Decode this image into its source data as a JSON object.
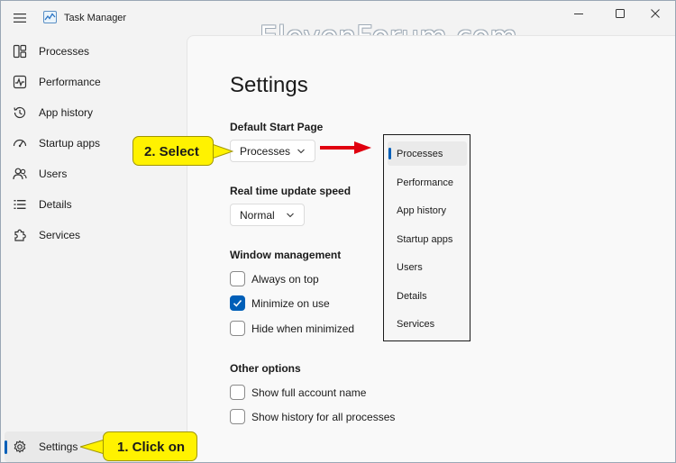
{
  "window": {
    "title": "Task Manager",
    "watermark": "ElevenForum.com"
  },
  "sidebar": {
    "items": [
      {
        "label": "Processes",
        "icon": "processes-grid-icon"
      },
      {
        "label": "Performance",
        "icon": "performance-pulse-icon"
      },
      {
        "label": "App history",
        "icon": "history-clock-icon"
      },
      {
        "label": "Startup apps",
        "icon": "speedometer-icon"
      },
      {
        "label": "Users",
        "icon": "users-icon"
      },
      {
        "label": "Details",
        "icon": "list-icon"
      },
      {
        "label": "Services",
        "icon": "puzzle-icon"
      }
    ],
    "settings_label": "Settings"
  },
  "settings": {
    "title": "Settings",
    "default_start_page": {
      "label": "Default Start Page",
      "value": "Processes",
      "options": [
        "Processes",
        "Performance",
        "App history",
        "Startup apps",
        "Users",
        "Details",
        "Services"
      ]
    },
    "update_speed": {
      "label": "Real time update speed",
      "value": "Normal"
    },
    "window_management": {
      "label": "Window management",
      "options": [
        {
          "label": "Always on top",
          "checked": false
        },
        {
          "label": "Minimize on use",
          "checked": true
        },
        {
          "label": "Hide when minimized",
          "checked": false
        }
      ]
    },
    "other_options": {
      "label": "Other options",
      "options": [
        {
          "label": "Show full account name",
          "checked": false
        },
        {
          "label": "Show history for all processes",
          "checked": false
        }
      ]
    }
  },
  "annotations": {
    "step1": "1. Click on",
    "step2": "2. Select"
  },
  "colors": {
    "accent": "#005fb8",
    "callout": "#fff200",
    "arrow": "#e0000f"
  }
}
